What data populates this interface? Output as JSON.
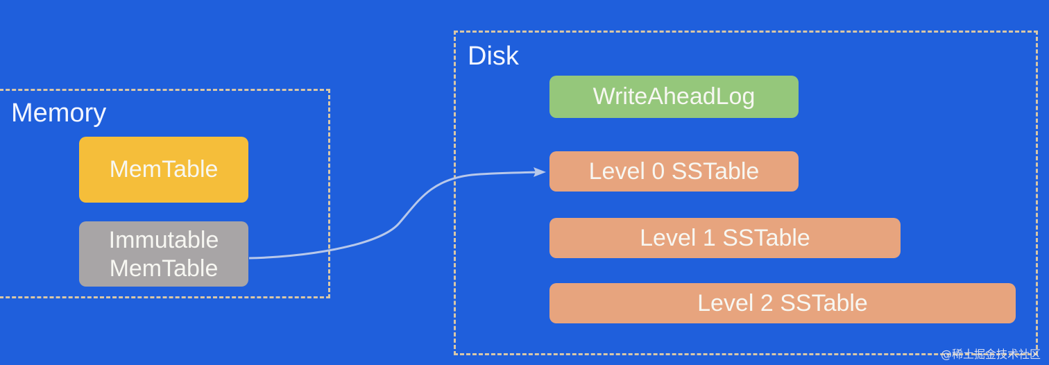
{
  "regions": {
    "memory": {
      "label": "Memory",
      "items": {
        "memtable": "MemTable",
        "immutable_memtable": "Immutable\nMemTable"
      }
    },
    "disk": {
      "label": "Disk",
      "items": {
        "wal": "WriteAheadLog",
        "level0": "Level 0 SSTable",
        "level1": "Level 1 SSTable",
        "level2": "Level 2 SSTable"
      }
    }
  },
  "watermark": "@稀土掘金技术社区",
  "colors": {
    "background": "#1f5fdc",
    "dashed_border": "#d9c7a6",
    "memtable": "#f5be3a",
    "immutable_memtable": "#a8a5a6",
    "wal": "#95c77b",
    "sstable": "#e7a47e"
  }
}
